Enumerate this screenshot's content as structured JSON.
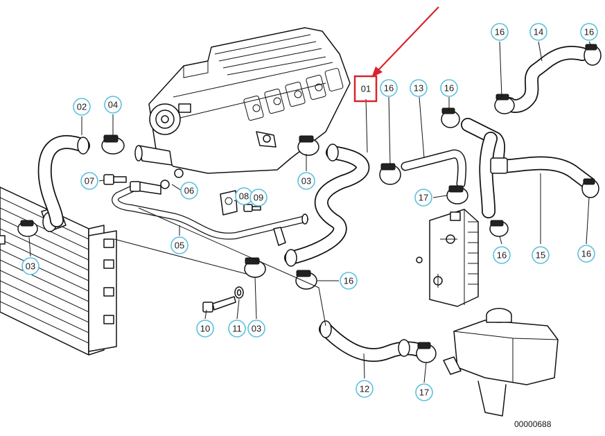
{
  "reference_number": "00000688",
  "highlight_color": "#d9232a",
  "callout_color": "#5bc0de",
  "callouts": [
    {
      "label": "01",
      "highlighted": true
    },
    {
      "label": "02"
    },
    {
      "label": "03"
    },
    {
      "label": "03"
    },
    {
      "label": "03"
    },
    {
      "label": "04"
    },
    {
      "label": "05"
    },
    {
      "label": "06"
    },
    {
      "label": "07"
    },
    {
      "label": "08"
    },
    {
      "label": "09"
    },
    {
      "label": "10"
    },
    {
      "label": "11"
    },
    {
      "label": "12"
    },
    {
      "label": "13"
    },
    {
      "label": "14"
    },
    {
      "label": "15"
    },
    {
      "label": "16"
    },
    {
      "label": "16"
    },
    {
      "label": "16"
    },
    {
      "label": "16"
    },
    {
      "label": "16"
    },
    {
      "label": "16"
    },
    {
      "label": "16"
    },
    {
      "label": "17"
    },
    {
      "label": "17"
    }
  ]
}
